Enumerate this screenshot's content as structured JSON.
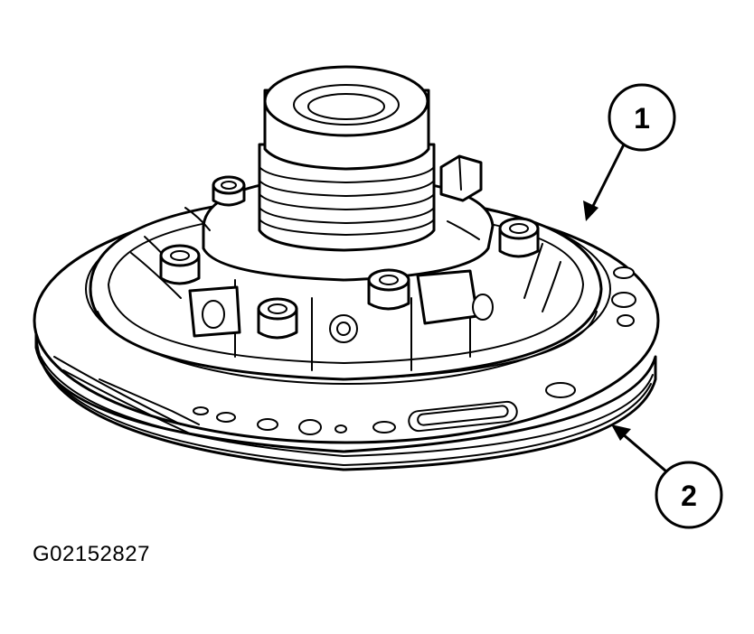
{
  "figure": {
    "id": "G02152827"
  },
  "callouts": [
    {
      "number": "1"
    },
    {
      "number": "2"
    }
  ],
  "colors": {
    "ink": "#000000",
    "paper": "#ffffff"
  }
}
